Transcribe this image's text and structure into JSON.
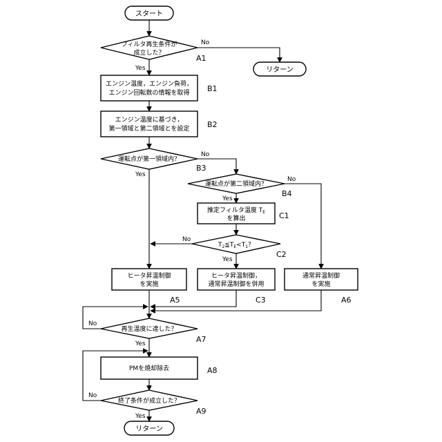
{
  "nodes": {
    "start": {
      "text": "スタート"
    },
    "a1": {
      "line1": "フィルタ再生条件が",
      "line2": "成立した？",
      "label": "A1"
    },
    "return1": {
      "text": "リターン"
    },
    "b1": {
      "line1": "エンジン温度，エンジン負荷，",
      "line2": "エンジン回転数の情報を取得",
      "label": "B1"
    },
    "b2": {
      "line1": "エンジン温度に基づき，",
      "line2": "第一領域と第二領域とを設定",
      "label": "B2"
    },
    "b3": {
      "text": "運転点が第一領域内？",
      "label": "B3"
    },
    "b4": {
      "text": "運転点が第二領域内？",
      "label": "B4"
    },
    "c1": {
      "line1": "推定フィルタ温度 T",
      "line1_sub": "E",
      "line2": "を算出",
      "label": "C1"
    },
    "c2": {
      "t2": "T",
      "t2_sub": "2",
      "le": "≦",
      "te": "T",
      "te_sub": "E",
      "lt": "<",
      "t1": "T",
      "t1_sub": "1",
      "q": "？",
      "label": "C2"
    },
    "a5": {
      "line1": "ヒータ昇温制御",
      "line2": "を実施",
      "label": "A5"
    },
    "c3": {
      "line1": "ヒータ昇温制御，",
      "line2": "通常昇温制御を併用",
      "label": "C3"
    },
    "a6": {
      "line1": "通常昇温制御",
      "line2": "を実施",
      "label": "A6"
    },
    "a7": {
      "text": "再生温度に達した？",
      "label": "A7"
    },
    "a8": {
      "text": "PMを焼却除去",
      "label": "A8"
    },
    "a9": {
      "text": "終了条件が成立した？",
      "label": "A9"
    },
    "return2": {
      "text": "リターン"
    }
  },
  "branches": {
    "yes": "Yes",
    "no": "No"
  }
}
